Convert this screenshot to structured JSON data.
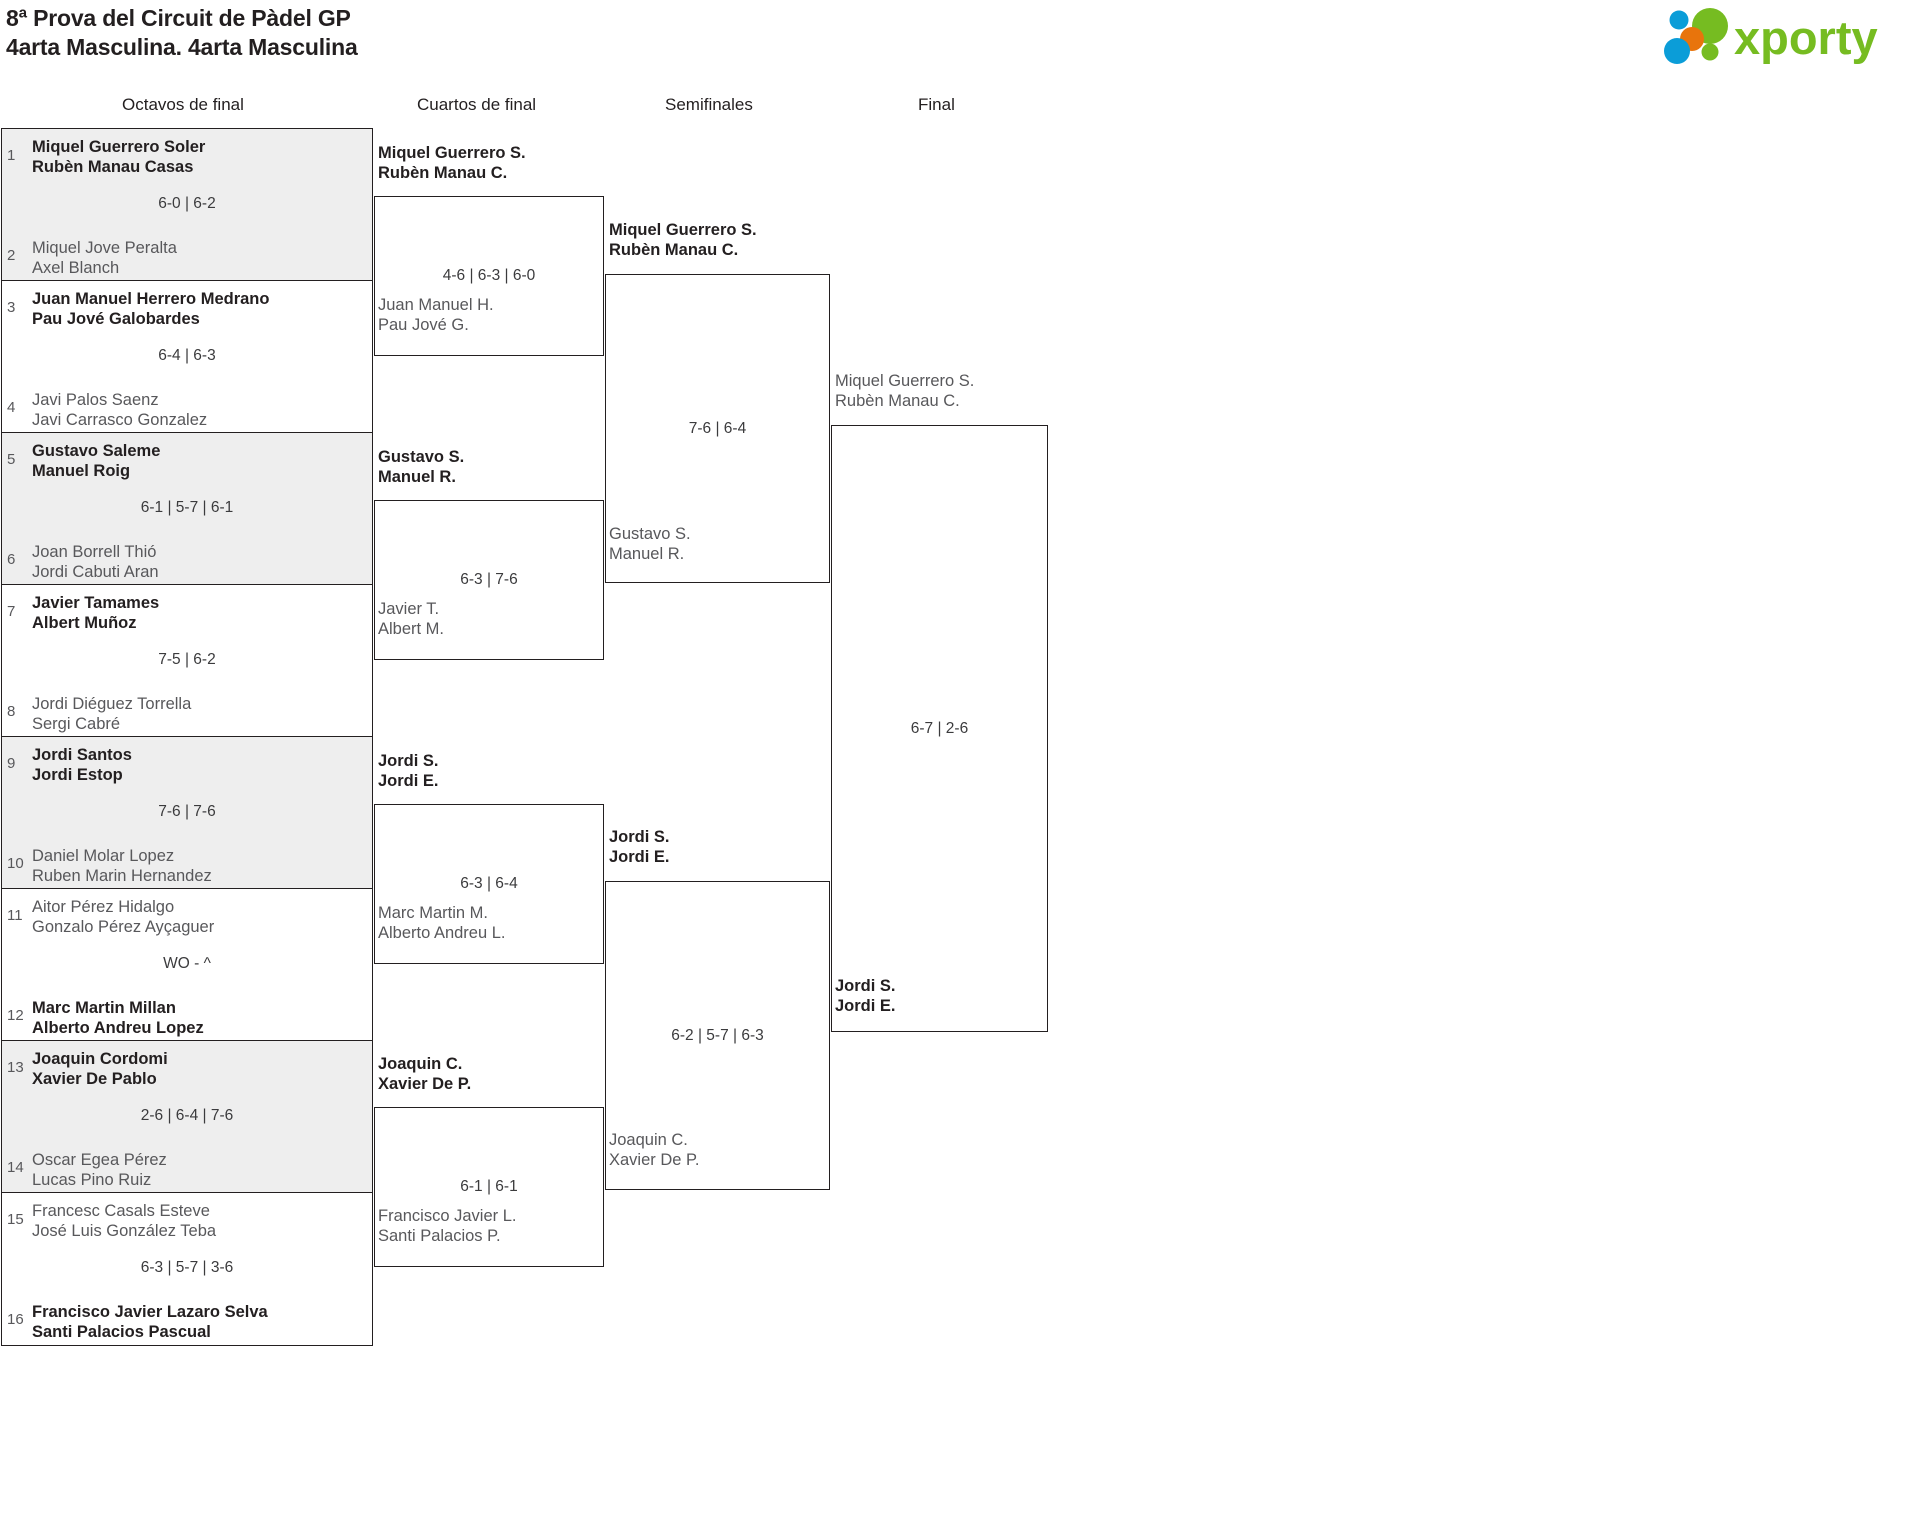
{
  "header": {
    "title_line1": "8ª Prova del Circuit de Pàdel GP",
    "title_line2": "4arta Masculina. 4arta Masculina",
    "logo_text": "xporty"
  },
  "rounds": [
    {
      "label": "Octavos de final"
    },
    {
      "label": "Cuartos de final"
    },
    {
      "label": "Semifinales"
    },
    {
      "label": "Final"
    }
  ],
  "round1": {
    "matches": [
      {
        "seed_top": "1",
        "seed_bot": "2",
        "top_p1": "Miquel Guerrero Soler",
        "top_p2": "Rubèn Manau Casas",
        "top_result": "win",
        "bot_p1": "Miquel Jove Peralta",
        "bot_p2": "Axel Blanch",
        "bot_result": "lose",
        "score": "6-0 | 6-2"
      },
      {
        "seed_top": "3",
        "seed_bot": "4",
        "top_p1": "Juan Manuel Herrero Medrano",
        "top_p2": "Pau Jové Galobardes",
        "top_result": "win",
        "bot_p1": "Javi Palos Saenz",
        "bot_p2": "Javi Carrasco Gonzalez",
        "bot_result": "lose",
        "score": "6-4 | 6-3"
      },
      {
        "seed_top": "5",
        "seed_bot": "6",
        "top_p1": "Gustavo Saleme",
        "top_p2": "Manuel Roig",
        "top_result": "win",
        "bot_p1": "Joan Borrell Thió",
        "bot_p2": "Jordi Cabuti Aran",
        "bot_result": "lose",
        "score": "6-1 | 5-7 | 6-1"
      },
      {
        "seed_top": "7",
        "seed_bot": "8",
        "top_p1": "Javier Tamames",
        "top_p2": "Albert Muñoz",
        "top_result": "win",
        "bot_p1": "Jordi Diéguez Torrella",
        "bot_p2": "Sergi Cabré",
        "bot_result": "lose",
        "score": "7-5 | 6-2"
      },
      {
        "seed_top": "9",
        "seed_bot": "10",
        "top_p1": "Jordi Santos",
        "top_p2": "Jordi Estop",
        "top_result": "win",
        "bot_p1": "Daniel Molar Lopez",
        "bot_p2": "Ruben Marin Hernandez",
        "bot_result": "lose",
        "score": "7-6 | 7-6"
      },
      {
        "seed_top": "11",
        "seed_bot": "12",
        "top_p1": "Aitor Pérez Hidalgo",
        "top_p2": "Gonzalo Pérez Ayçaguer",
        "top_result": "lose",
        "bot_p1": "Marc Martin Millan",
        "bot_p2": "Alberto Andreu Lopez",
        "bot_result": "win",
        "score": "WO - ^"
      },
      {
        "seed_top": "13",
        "seed_bot": "14",
        "top_p1": "Joaquin Cordomi",
        "top_p2": "Xavier De Pablo",
        "top_result": "win",
        "bot_p1": "Oscar Egea Pérez",
        "bot_p2": "Lucas Pino Ruiz",
        "bot_result": "lose",
        "score": "2-6 | 6-4 | 7-6"
      },
      {
        "seed_top": "15",
        "seed_bot": "16",
        "top_p1": "Francesc Casals Esteve",
        "top_p2": "José Luis González Teba",
        "top_result": "lose",
        "bot_p1": "Francisco Javier Lazaro Selva",
        "bot_p2": "Santi Palacios Pascual",
        "bot_result": "win",
        "score": "6-3 | 5-7 | 3-6"
      }
    ]
  },
  "round2": {
    "matches": [
      {
        "top_p1": "Miquel Guerrero S.",
        "top_p2": "Rubèn Manau C.",
        "top_result": "win",
        "bot_p1": "Juan Manuel H.",
        "bot_p2": "Pau Jové G.",
        "bot_result": "lose",
        "score": "4-6 | 6-3 | 6-0"
      },
      {
        "top_p1": "Gustavo S.",
        "top_p2": "Manuel R.",
        "top_result": "win",
        "bot_p1": "Javier T.",
        "bot_p2": "Albert M.",
        "bot_result": "lose",
        "score": "6-3 | 7-6"
      },
      {
        "top_p1": "Jordi S.",
        "top_p2": "Jordi E.",
        "top_result": "win",
        "bot_p1": "Marc Martin M.",
        "bot_p2": "Alberto Andreu L.",
        "bot_result": "lose",
        "score": "6-3 | 6-4"
      },
      {
        "top_p1": "Joaquin C.",
        "top_p2": "Xavier De P.",
        "top_result": "win",
        "bot_p1": "Francisco Javier L.",
        "bot_p2": "Santi Palacios P.",
        "bot_result": "lose",
        "score": "6-1 | 6-1"
      }
    ]
  },
  "round3": {
    "matches": [
      {
        "top_p1": "Miquel Guerrero S.",
        "top_p2": "Rubèn Manau C.",
        "top_result": "win",
        "bot_p1": "Gustavo S.",
        "bot_p2": "Manuel R.",
        "bot_result": "lose",
        "score": "7-6 | 6-4"
      },
      {
        "top_p1": "Jordi S.",
        "top_p2": "Jordi E.",
        "top_result": "win",
        "bot_p1": "Joaquin C.",
        "bot_p2": "Xavier De P.",
        "bot_result": "lose",
        "score": "6-2 | 5-7 | 6-3"
      }
    ]
  },
  "round4": {
    "matches": [
      {
        "top_p1": "Miquel Guerrero S.",
        "top_p2": "Rubèn Manau C.",
        "top_result": "lose",
        "bot_p1": "Jordi S.",
        "bot_p2": "Jordi E.",
        "bot_result": "win",
        "score": "6-7 | 2-6"
      }
    ]
  },
  "colors": {
    "winner": "#231f20",
    "loser": "#58585b",
    "shade": "#eeeeee",
    "line": "#231f20",
    "logo_green": "#76bc21",
    "logo_blue": "#0b9dd8",
    "logo_orange": "#e8740c"
  }
}
